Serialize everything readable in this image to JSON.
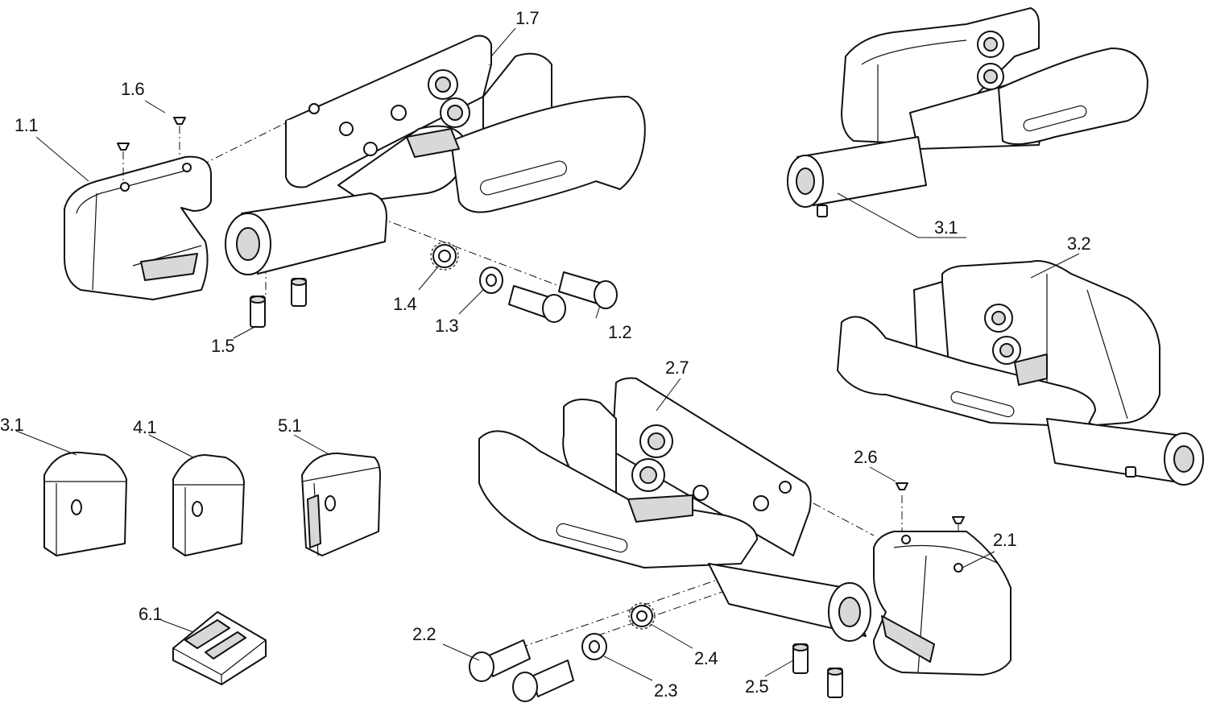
{
  "labels": {
    "l_1_1": "1.1",
    "l_1_2": "1.2",
    "l_1_3": "1.3",
    "l_1_4": "1.4",
    "l_1_5": "1.5",
    "l_1_6": "1.6",
    "l_1_7": "1.7",
    "l_3_1_top": "3.1",
    "l_3_2": "3.2",
    "l_3_1_left": "3.1",
    "l_4_1": "4.1",
    "l_5_1": "5.1",
    "l_6_1": "6.1",
    "l_2_7": "2.7",
    "l_2_6": "2.6",
    "l_2_1": "2.1",
    "l_2_2": "2.2",
    "l_2_3": "2.3",
    "l_2_4": "2.4",
    "l_2_5": "2.5"
  },
  "colors": {
    "line": "#111111",
    "fill": "#ffffff",
    "shade": "#d8d8d8"
  }
}
